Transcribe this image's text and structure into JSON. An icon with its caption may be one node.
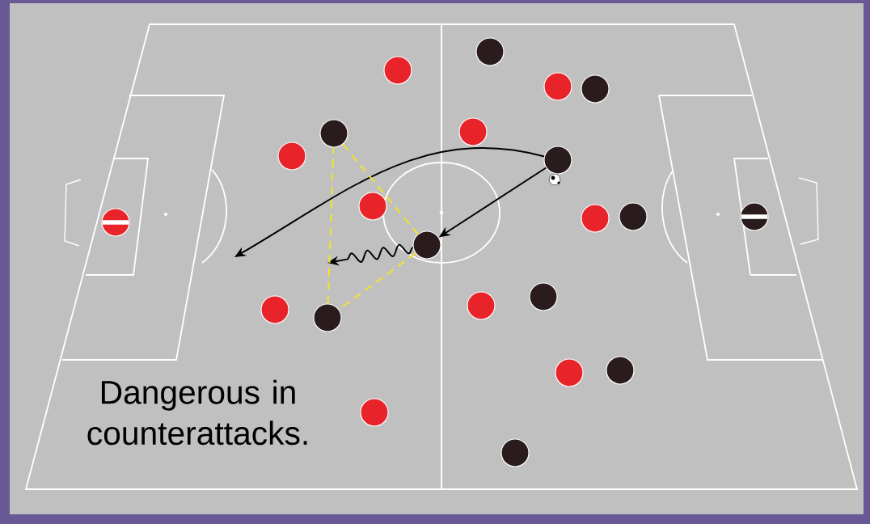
{
  "diagram": {
    "nodes": [
      {
        "text": [],
        "shape": "circle"
      },
      {
        "text": [],
        "shape": "circle"
      },
      {
        "text": [],
        "shape": "circle"
      },
      {
        "text": [],
        "shape": "circle"
      },
      {
        "text": [],
        "shape": "circle"
      },
      {
        "text": [],
        "shape": "circle"
      },
      {
        "text": [],
        "shape": "circle"
      },
      {
        "text": [],
        "shape": "circle"
      },
      {
        "text": [],
        "shape": "circle"
      },
      {
        "text": [],
        "shape": "circle"
      },
      {
        "text": [],
        "shape": "circle"
      },
      {
        "text": [],
        "shape": "circle"
      },
      {
        "text": [],
        "shape": "circle"
      },
      {
        "text": [],
        "shape": "circle"
      },
      {
        "text": [],
        "shape": "circle"
      },
      {
        "text": [],
        "shape": "circle"
      },
      {
        "text": [],
        "shape": "circle"
      },
      {
        "text": [],
        "shape": "circle"
      },
      {
        "text": [],
        "shape": "circle"
      },
      {
        "text": [],
        "shape": "circle"
      },
      {
        "text": [],
        "shape": "circle"
      },
      {
        "text": [],
        "shape": "circle"
      }
    ],
    "edges": [
      {
        "from": 15,
        "to": 8,
        "arrow": "to"
      },
      {
        "from": 15,
        "to": null,
        "arrow": "to"
      },
      {
        "from": 8,
        "to": null,
        "arrow": "to"
      },
      {
        "from": 4,
        "to": 8,
        "arrow": "none",
        "style": "dashed",
        "color": "#f2e527"
      },
      {
        "from": 8,
        "to": 3,
        "arrow": "none",
        "style": "dashed",
        "color": "#f2e527"
      },
      {
        "from": 3,
        "to": 4,
        "arrow": "none",
        "style": "dashed",
        "color": "#f2e527"
      }
    ],
    "labels": [
      "Dangerous in counterattacks."
    ]
  }
}
